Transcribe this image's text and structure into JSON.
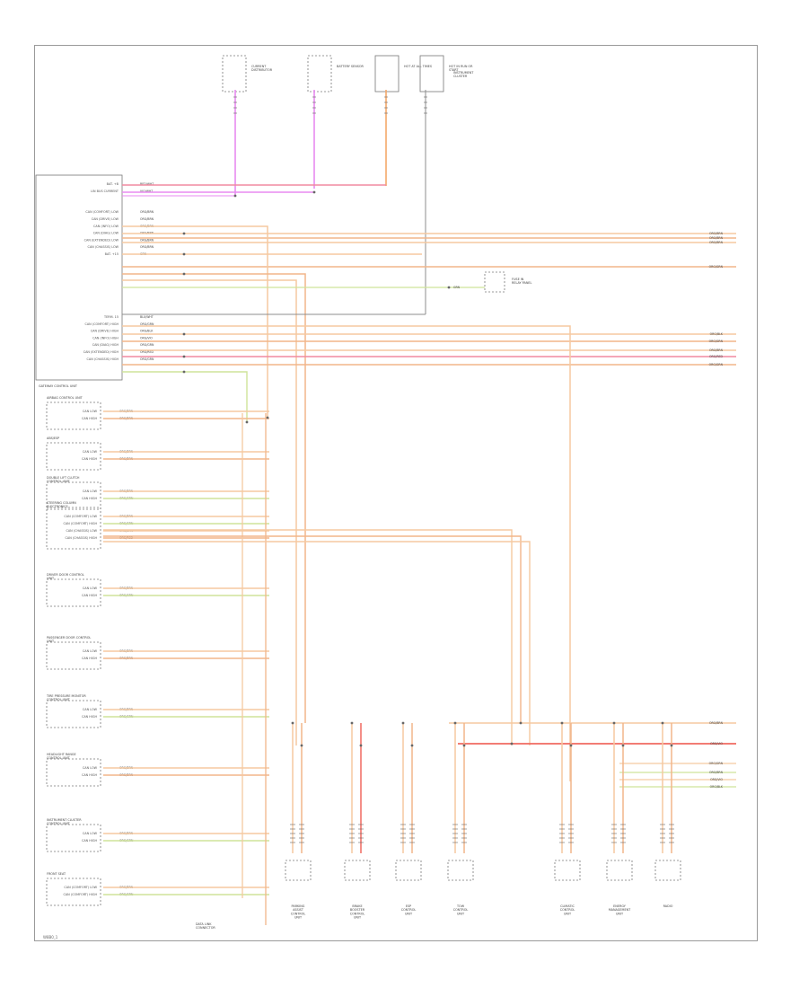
{
  "diagram": {
    "footer_code": "W8B0_1",
    "colors": {
      "can_high": "#f5c9a0",
      "can_low": "#f2b58a",
      "orange": "#f4a86a",
      "pink": "#f08aa0",
      "magenta": "#e88af0",
      "green": "#cfe39a",
      "red": "#f06a60",
      "gray": "#8c8c8c",
      "frame": "#9a9a9a"
    },
    "top_components": [
      {
        "name": "CURRENT DISTRIBUTOR"
      },
      {
        "name": "BATTERY SENSOR"
      },
      {
        "name": "HOT AT ALL TIMES"
      },
      {
        "name": "HOT IN RUN OR START"
      },
      {
        "name": "INSTRUMENT CLUSTER"
      }
    ],
    "gateway": {
      "name": "GATEWAY CONTROL UNIT",
      "pins_top": [
        "BAT. +B",
        "LIN BUS CURRENT",
        "",
        "",
        "CAN (COMFORT) LOW",
        "CAN (DRIVE) LOW",
        "CAN (INFO) LOW",
        "CAN (DIAG) LOW",
        "CAN (EXTENDED) LOW",
        "CAN (CHASSIS) LOW",
        "BAT. +15"
      ],
      "pins_bottom": [
        "TERM. 15",
        "CAN (COMFORT) HIGH",
        "CAN (DRIVE) HIGH",
        "CAN (INFO) HIGH",
        "CAN (DIAG) HIGH",
        "CAN (EXTENDED) HIGH",
        "CAN (CHASSIS) HIGH"
      ],
      "wire_tags_top": [
        "RED/WHT",
        "VIO/WHT",
        "",
        "",
        "ORG/BRN",
        "ORG/BRN",
        "ORG/BRN",
        "ORG/BRN",
        "ORG/BRN",
        "ORG/BRN",
        "GRN"
      ],
      "wire_tags_bottom": [
        "BLU/WHT",
        "ORG/GRN",
        "ORG/BLK",
        "ORG/VIO",
        "ORG/GRN",
        "ORG/RED",
        "ORG/GRN"
      ]
    },
    "left_modules": [
      {
        "name": "AIRBAG CONTROL UNIT",
        "pins": [
          "CAN LOW",
          "CAN HIGH"
        ],
        "tags": [
          "ORG/BRN",
          "ORG/BRN"
        ]
      },
      {
        "name": "ABS/ESP",
        "pins": [
          "CAN LOW",
          "CAN HIGH"
        ],
        "tags": [
          "ORG/BRN",
          "ORG/BRN"
        ]
      },
      {
        "name": "DOUBLE LIFT CLUTCH CONTROL UNIT",
        "pins": [
          "CAN LOW",
          "CAN HIGH"
        ],
        "tags": [
          "ORG/BRN",
          "ORG/GRN"
        ]
      },
      {
        "name": "STEERING COLUMN ELECTRONICS",
        "pins": [
          "CAN (COMFORT) LOW",
          "CAN (COMFORT) HIGH",
          "CAN (CHASSIS) LOW",
          "CAN (CHASSIS) HIGH"
        ],
        "tags": [
          "ORG/BRN",
          "ORG/GRN",
          "ORG/BRN",
          "ORG/RED"
        ]
      },
      {
        "name": "DRIVER DOOR CONTROL UNIT",
        "pins": [
          "CAN LOW",
          "CAN HIGH"
        ],
        "tags": [
          "ORG/BRN",
          "ORG/GRN"
        ]
      },
      {
        "name": "PASSENGER DOOR CONTROL UNIT",
        "pins": [
          "CAN LOW",
          "CAN HIGH"
        ],
        "tags": [
          "ORG/BRN",
          "ORG/BRN"
        ]
      },
      {
        "name": "TIRE PRESSURE MONITOR CONTROL UNIT",
        "pins": [
          "CAN LOW",
          "CAN HIGH"
        ],
        "tags": [
          "ORG/BRN",
          "ORG/GRN"
        ]
      },
      {
        "name": "HEADLIGHT RANGE CONTROL UNIT",
        "pins": [
          "CAN LOW",
          "CAN HIGH"
        ],
        "tags": [
          "ORG/BRN",
          "ORG/BRN"
        ]
      },
      {
        "name": "INSTRUMENT CLUSTER CONTROL UNIT",
        "pins": [
          "CAN LOW",
          "CAN HIGH"
        ],
        "tags": [
          "ORG/BRN",
          "ORG/GRN"
        ]
      },
      {
        "name": "FRONT SEAT",
        "pins": [
          "CAN (COMFORT) LOW",
          "CAN (COMFORT) HIGH"
        ],
        "tags": [
          "ORG/BRN",
          "ORG/GRN"
        ]
      }
    ],
    "bottom_modules": [
      {
        "name": "PARKING ASSIST CONTROL UNIT"
      },
      {
        "name": "BRAKE BOOSTER CONTROL UNIT"
      },
      {
        "name": "ESP CONTROL UNIT"
      },
      {
        "name": "TOW CONTROL UNIT"
      },
      {
        "name": "CLIMATIC CONTROL UNIT"
      },
      {
        "name": "ENERGY MANAGEMENT UNIT"
      },
      {
        "name": "RADIO"
      }
    ],
    "ground_label": "GRN",
    "right_tags": [
      "ORG/BRN",
      "ORG/BRN",
      "ORG/BRN",
      "ORG/GRN",
      "ORG/BLK",
      "ORG/GRN",
      "ORG/BRN",
      "ORG/RED",
      "ORG/GRN",
      "ORG/BRN",
      "ORG/VIO",
      "ORG/BLK"
    ],
    "connector_label": "DATA LINK CONNECTOR",
    "fuse_label": "FUSE IN RELAY PANEL"
  }
}
